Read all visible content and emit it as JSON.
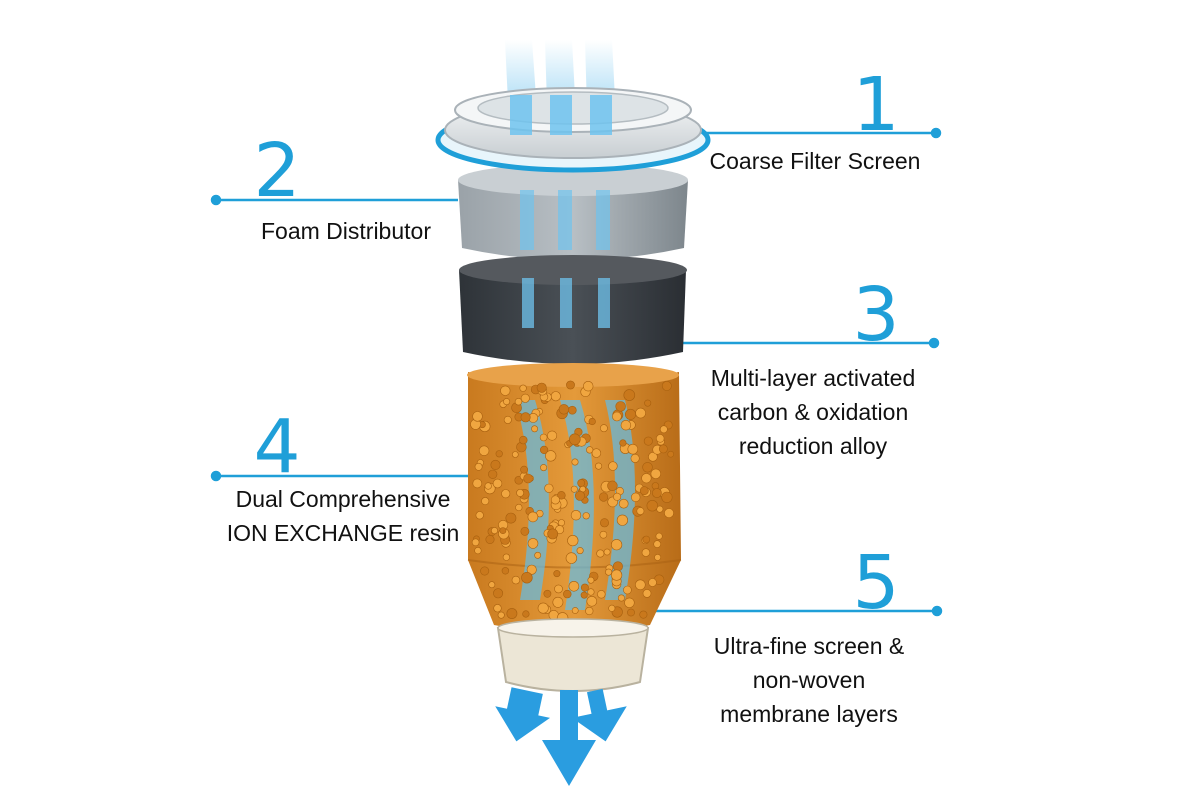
{
  "colors": {
    "accent": "#1f9fd8",
    "water_flow": "#6fc3ee",
    "carbon": "#3a3f44",
    "foam": "#8a9298",
    "resin": "#d98a2a",
    "screen": "#ece6d6"
  },
  "callouts": [
    {
      "number": "1",
      "lines": [
        "Coarse Filter Screen"
      ]
    },
    {
      "number": "2",
      "lines": [
        "Foam Distributor"
      ]
    },
    {
      "number": "3",
      "lines": [
        "Multi-layer activated",
        "carbon & oxidation",
        "reduction alloy"
      ]
    },
    {
      "number": "4",
      "lines": [
        "Dual Comprehensive",
        "ION EXCHANGE resin"
      ]
    },
    {
      "number": "5",
      "lines": [
        "Ultra-fine screen &",
        "non-woven",
        "membrane layers"
      ]
    }
  ]
}
